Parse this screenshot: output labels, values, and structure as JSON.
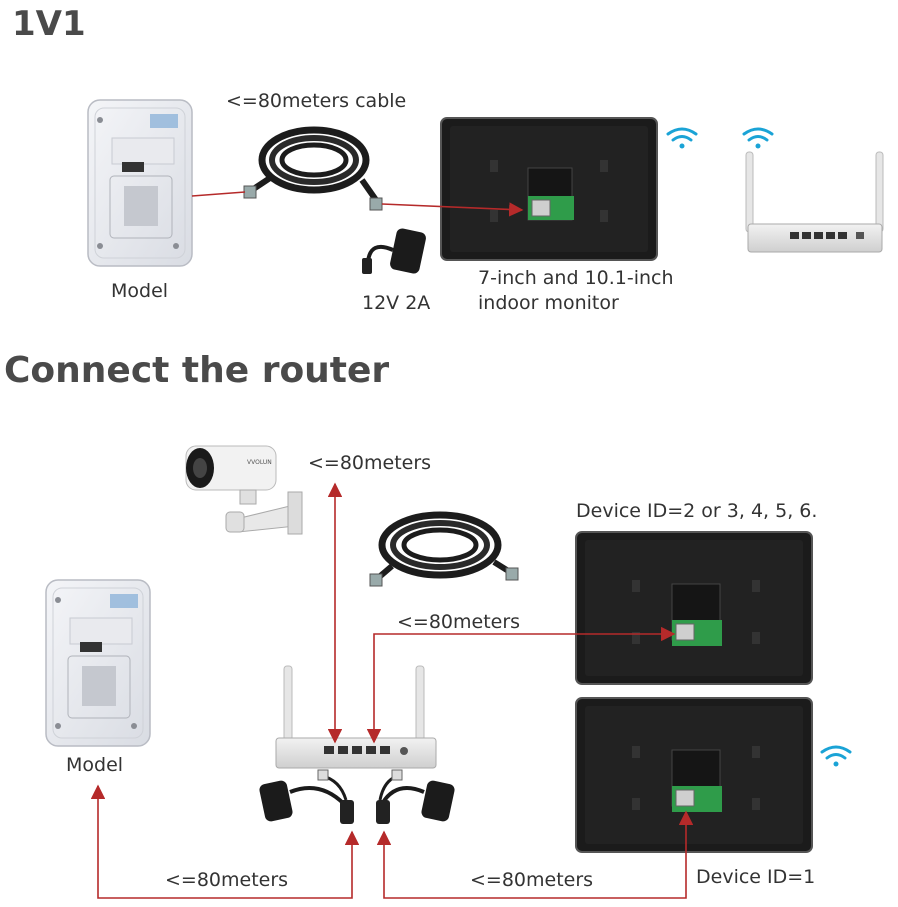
{
  "section1": {
    "title": "1V1",
    "cable_label": "<=80meters cable",
    "station_label": "Model",
    "adapter_label": "12V 2A",
    "monitor_label_line1": "7-inch and 10.1-inch",
    "monitor_label_line2": "indoor monitor"
  },
  "section2": {
    "title": "Connect the router",
    "camera_label": "<=80meters",
    "device_top_label": "Device ID=2 or 3, 4, 5, 6.",
    "cable_mid_label": "<=80meters",
    "station_label": "Model",
    "bottom_left_label": "<=80meters",
    "bottom_mid_label": "<=80meters",
    "device_bottom_label": "Device ID=1",
    "camera_brand": "VVOLUN"
  },
  "colors": {
    "wire": "#b52a2a",
    "wifi": "#1aa3d6",
    "monitor": "#1b1b1b",
    "board": "#2f9c4a"
  },
  "icons": [
    "wifi-icon",
    "router-icon",
    "camera-icon",
    "cable-coil-icon",
    "power-adapter-icon",
    "door-station-icon",
    "indoor-monitor-icon"
  ]
}
